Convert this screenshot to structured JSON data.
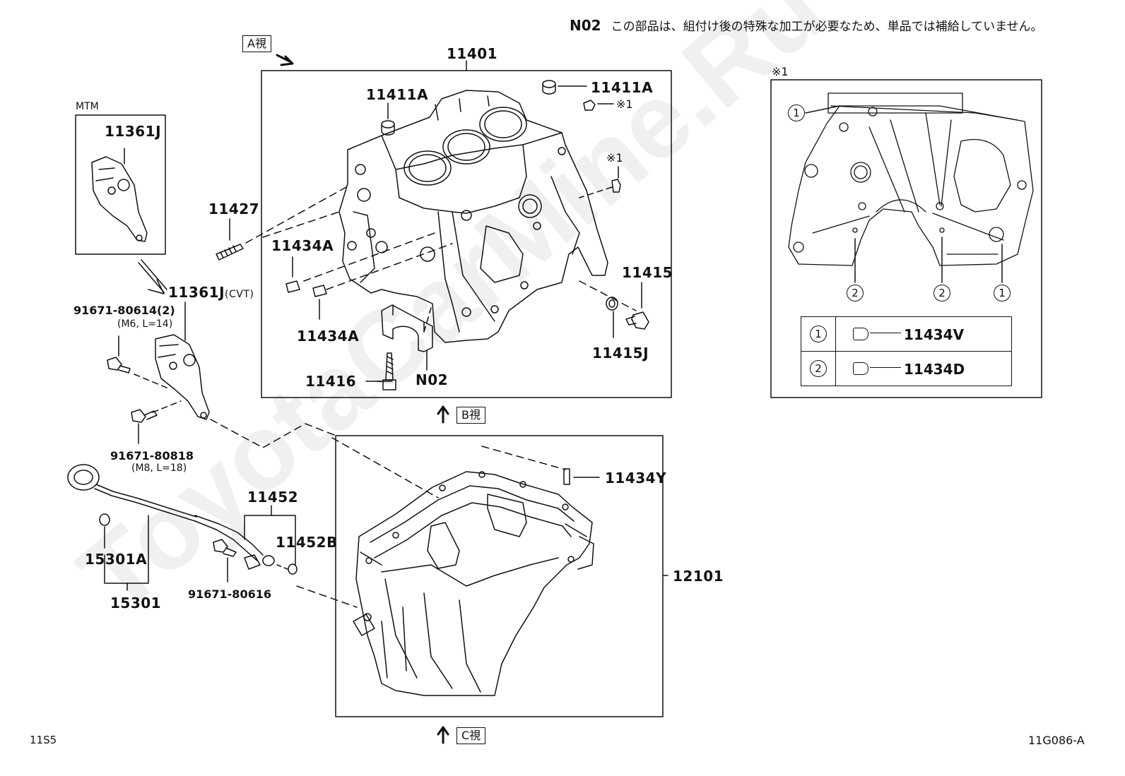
{
  "note": {
    "code": "N02",
    "text": "この部品は、組付け後の特殊な加工が必要なため、単品では補給していません。"
  },
  "views": {
    "a": "A視",
    "b": "B視",
    "c": "C視"
  },
  "group_labels": {
    "mtm": "MTM",
    "ref1": "※1",
    "cvt": "(CVT)"
  },
  "parts": {
    "block": "11401",
    "block_plug_left": "11411A",
    "block_plug_right": "11411A",
    "ref_small": "※1",
    "ref_pin": "※1",
    "stud": "11427",
    "pin_a1": "11434A",
    "pin_a2": "11434A",
    "drain_plug": "11415",
    "drain_gasket": "11415J",
    "cap_bolt": "11416",
    "cap": "N02",
    "bracket_mtm": "11361J",
    "bracket_cvt": "11361J",
    "bolt_m6": "91671-80614(2)",
    "bolt_m6_spec": "(M6, L=14)",
    "bolt_m8": "91671-80818",
    "bolt_m8_spec": "(M8, L=18)",
    "oil_pan": "12101",
    "pan_pin": "11434Y",
    "guide": "11452",
    "guide_oring": "11452B",
    "guide_bolt": "91671-80616",
    "gauge_oring": "15301A",
    "gauge": "15301"
  },
  "legend": [
    {
      "mark": "1",
      "part": "11434V"
    },
    {
      "mark": "2",
      "part": "11434D"
    }
  ],
  "detail_marks": [
    "1",
    "2",
    "2",
    "1"
  ],
  "footer": {
    "page": "11S5",
    "ref": "11G086-A"
  },
  "watermark": "ToyotaCarMine.Ru"
}
